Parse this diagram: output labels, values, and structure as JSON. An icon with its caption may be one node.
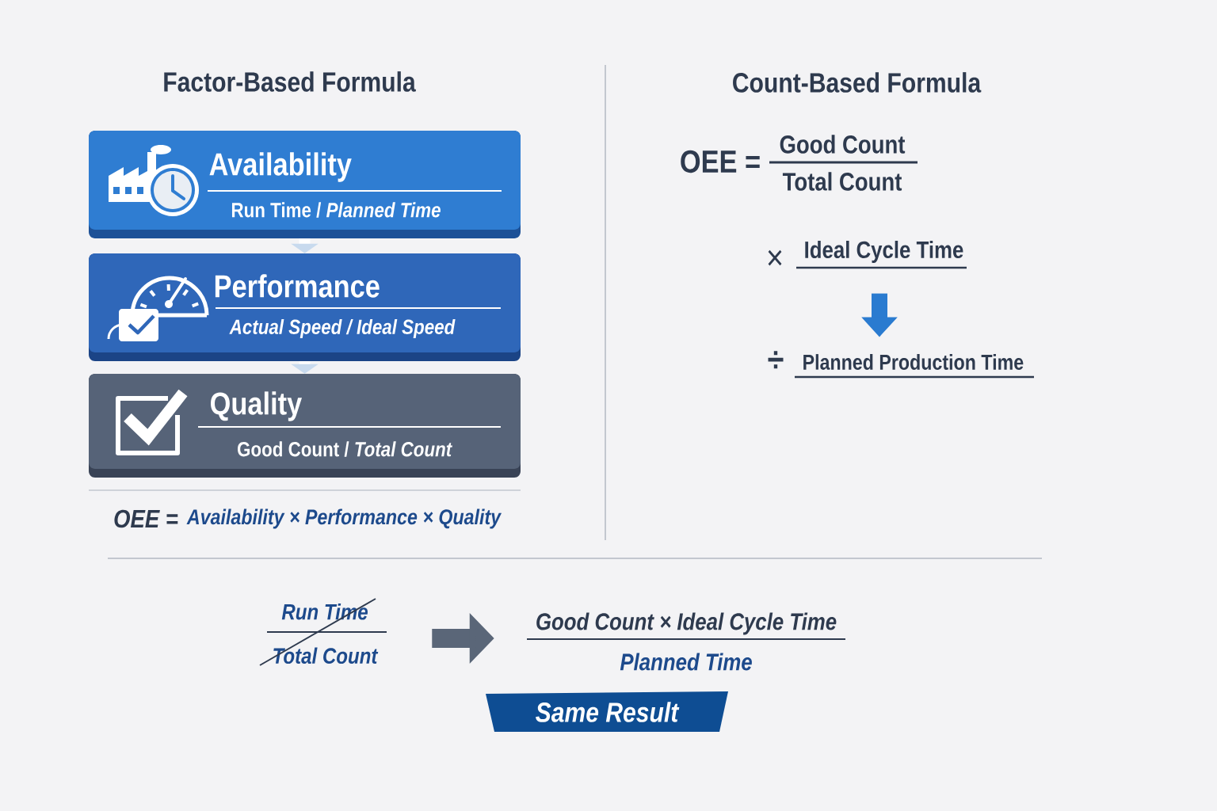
{
  "diagram": {
    "nodes": [
      {
        "text": [
          "Availability",
          "Run Time / *Planned Time*"
        ]
      },
      {
        "text": [
          "Performance",
          "Actual Speed / Ideal Speed"
        ]
      },
      {
        "text": [
          "Quality",
          "Good Count / *Total Count*"
        ]
      },
      {
        "text": [
          "Ideal Cycle Time"
        ]
      },
      {
        "text": [
          "Planned Production Time"
        ]
      },
      {
        "text": [
          "Run Time",
          "Total Count"
        ]
      },
      {
        "text": [
          "Good Count × Ideal Cycle Time",
          "Planned Time"
        ]
      },
      {
        "text": [
          "Same Result"
        ]
      }
    ],
    "edges": [
      {
        "from": 0,
        "to": 1,
        "arrow": "to"
      },
      {
        "from": 1,
        "to": 2,
        "arrow": "to"
      },
      {
        "from": 3,
        "to": 4,
        "arrow": "to",
        "color": "#2a7bd0"
      },
      {
        "from": 5,
        "to": 6,
        "arrow": "to",
        "color": "#5a6678"
      }
    ],
    "labels": [
      "Factor-Based Formula",
      "Count-Based Formula",
      "OEE =",
      "Good Count",
      "Total Count",
      "×",
      "÷",
      "OEE =",
      "Availability × Performance × Quality"
    ]
  }
}
